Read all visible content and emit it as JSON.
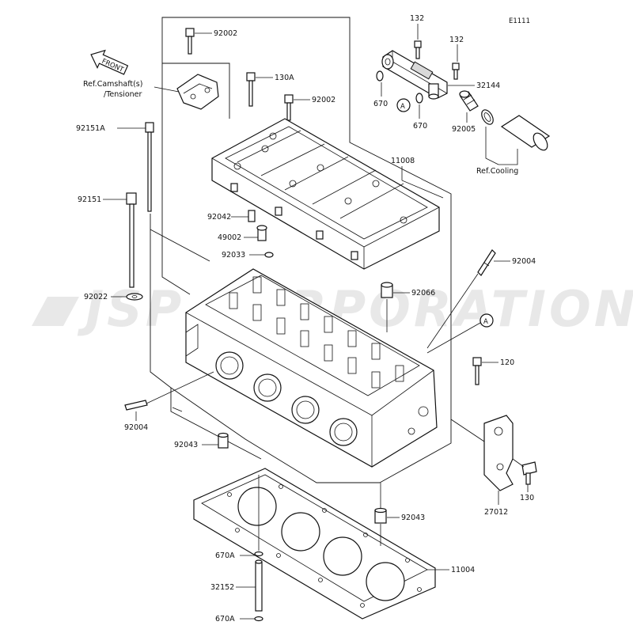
{
  "diagram_code": "E1111",
  "watermark": "JSP CORPORATION",
  "front_label": "FRONT",
  "refs": {
    "camshaft_line1": "Ref.Camshaft(s)",
    "camshaft_line2": "/Tensioner",
    "cooling": "Ref.Cooling"
  },
  "callout_A": "A",
  "parts": {
    "p92002_top": "92002",
    "p130A": "130A",
    "p92002_mid": "92002",
    "p92151A": "92151A",
    "p92151": "92151",
    "p92022": "92022",
    "p92042": "92042",
    "p49002": "49002",
    "p92033": "92033",
    "p92004_right": "92004",
    "p92066": "92066",
    "p120": "120",
    "p92004_left": "92004",
    "p92043_left": "92043",
    "p27012": "27012",
    "p130": "130",
    "p92043_right": "92043",
    "p670A_top": "670A",
    "p11004": "11004",
    "p32152": "32152",
    "p670A_bottom": "670A",
    "p132_top": "132",
    "p132_right": "132",
    "p32144": "32144",
    "p670_left": "670",
    "p670_mid": "670",
    "p92005": "92005",
    "p11008": "11008"
  }
}
